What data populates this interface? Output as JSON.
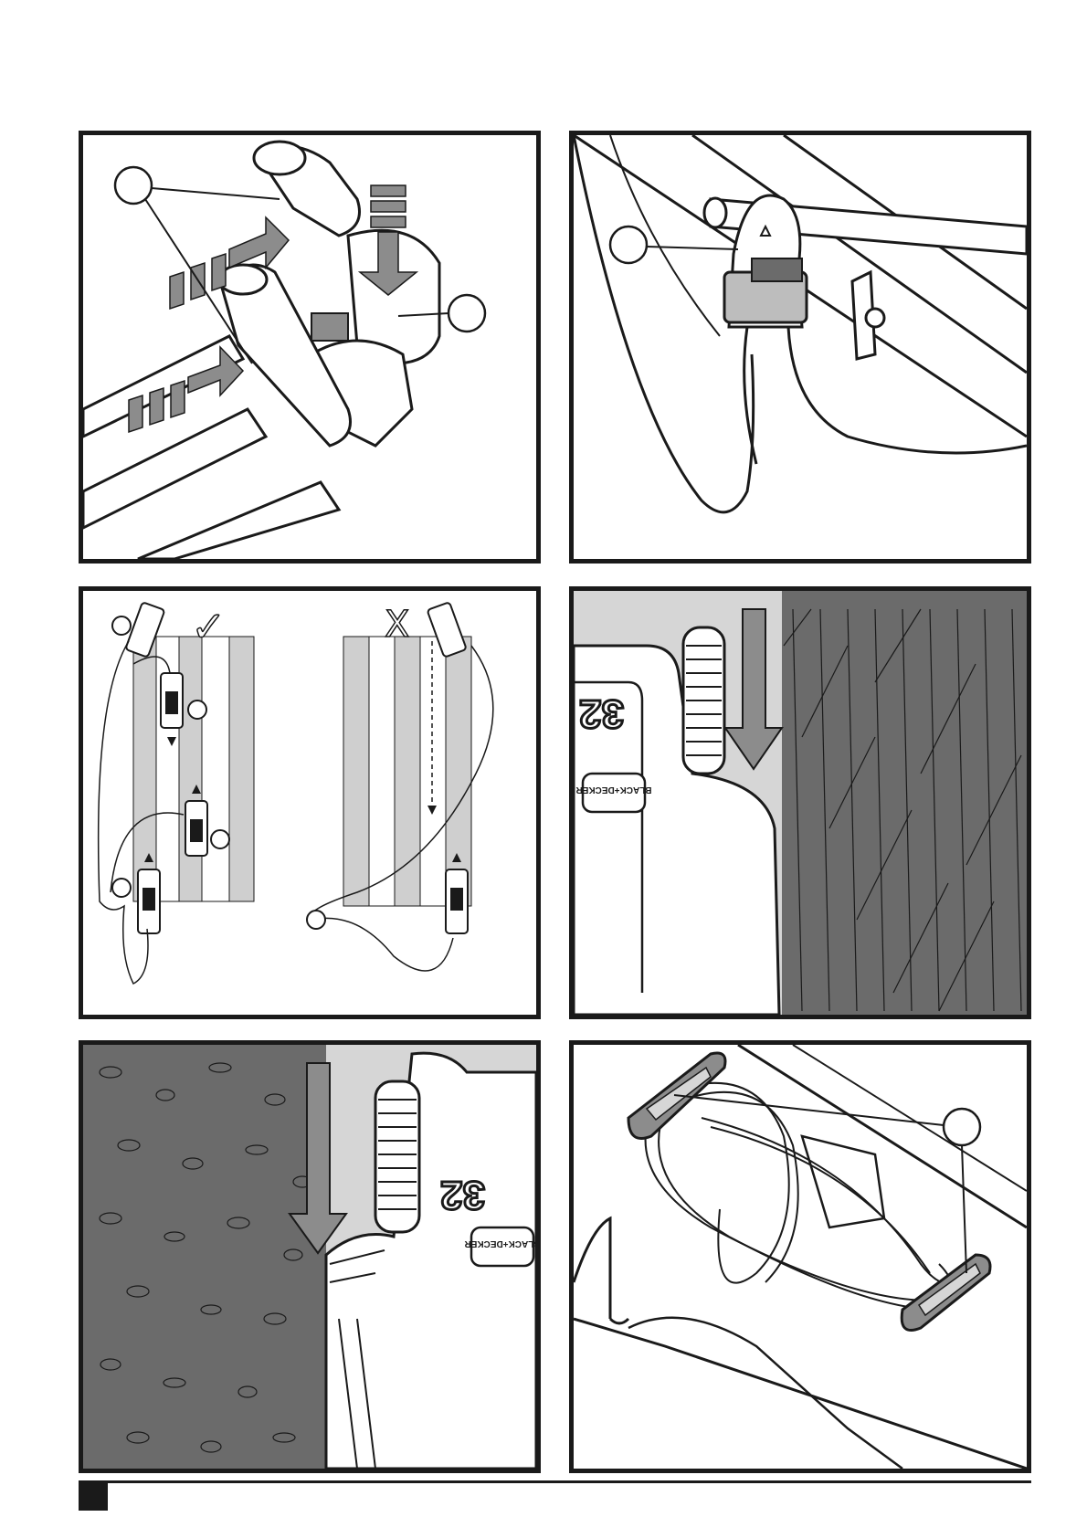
{
  "page": {
    "title": "Lawn mower instruction figures"
  },
  "panels": [
    {
      "id": "handle-fold",
      "callouts": 2
    },
    {
      "id": "cable-clip",
      "callouts": 1
    },
    {
      "id": "cable-routing",
      "callouts": 5,
      "check_mark": "✓",
      "cross_mark": "X"
    },
    {
      "id": "edge-right",
      "brand": "BLACK+DECKER",
      "model_number": "32"
    },
    {
      "id": "edge-left",
      "brand": "BLACK+DECKER",
      "model_number": "32"
    },
    {
      "id": "cable-storage",
      "callouts": 1
    }
  ],
  "colors": {
    "line": "#1a1a1a",
    "gray": "#8c8c8c",
    "light_gray": "#cfcfcf",
    "dark_fill": "#6b6b6b"
  }
}
